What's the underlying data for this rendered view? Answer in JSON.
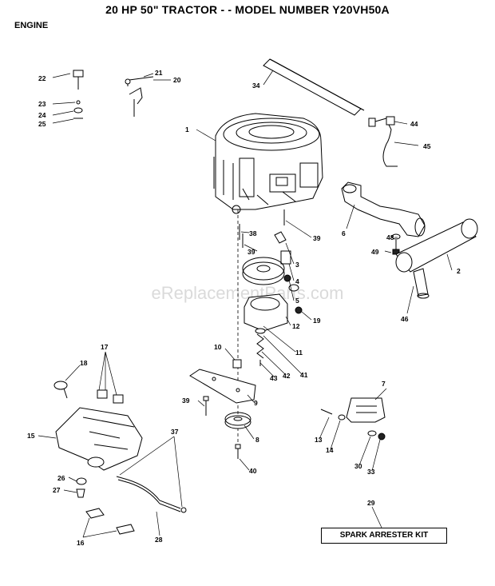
{
  "header": {
    "title": "20 HP 50\" TRACTOR - - MODEL NUMBER Y20VH50A",
    "section": "ENGINE"
  },
  "watermark": "eReplacementParts.com",
  "kit_label": "SPARK ARRESTER KIT",
  "callouts": {
    "c1": "1",
    "c2": "2",
    "c3": "3",
    "c4": "4",
    "c5": "5",
    "c6": "6",
    "c7": "7",
    "c8": "8",
    "c9": "9",
    "c10": "10",
    "c11": "11",
    "c12": "12",
    "c13": "13",
    "c14": "14",
    "c15": "15",
    "c16": "16",
    "c17": "17",
    "c18": "18",
    "c19": "19",
    "c20": "20",
    "c21": "21",
    "c22": "22",
    "c23": "23",
    "c24": "24",
    "c25": "25",
    "c26": "26",
    "c27": "27",
    "c28": "28",
    "c29": "29",
    "c30": "30",
    "c33": "33",
    "c34": "34",
    "c37": "37",
    "c38": "38",
    "c39a": "39",
    "c39b": "39",
    "c39c": "39",
    "c40": "40",
    "c41": "41",
    "c42": "42",
    "c43": "43",
    "c44": "44",
    "c45": "45",
    "c46": "46",
    "c48": "48",
    "c49": "49"
  }
}
